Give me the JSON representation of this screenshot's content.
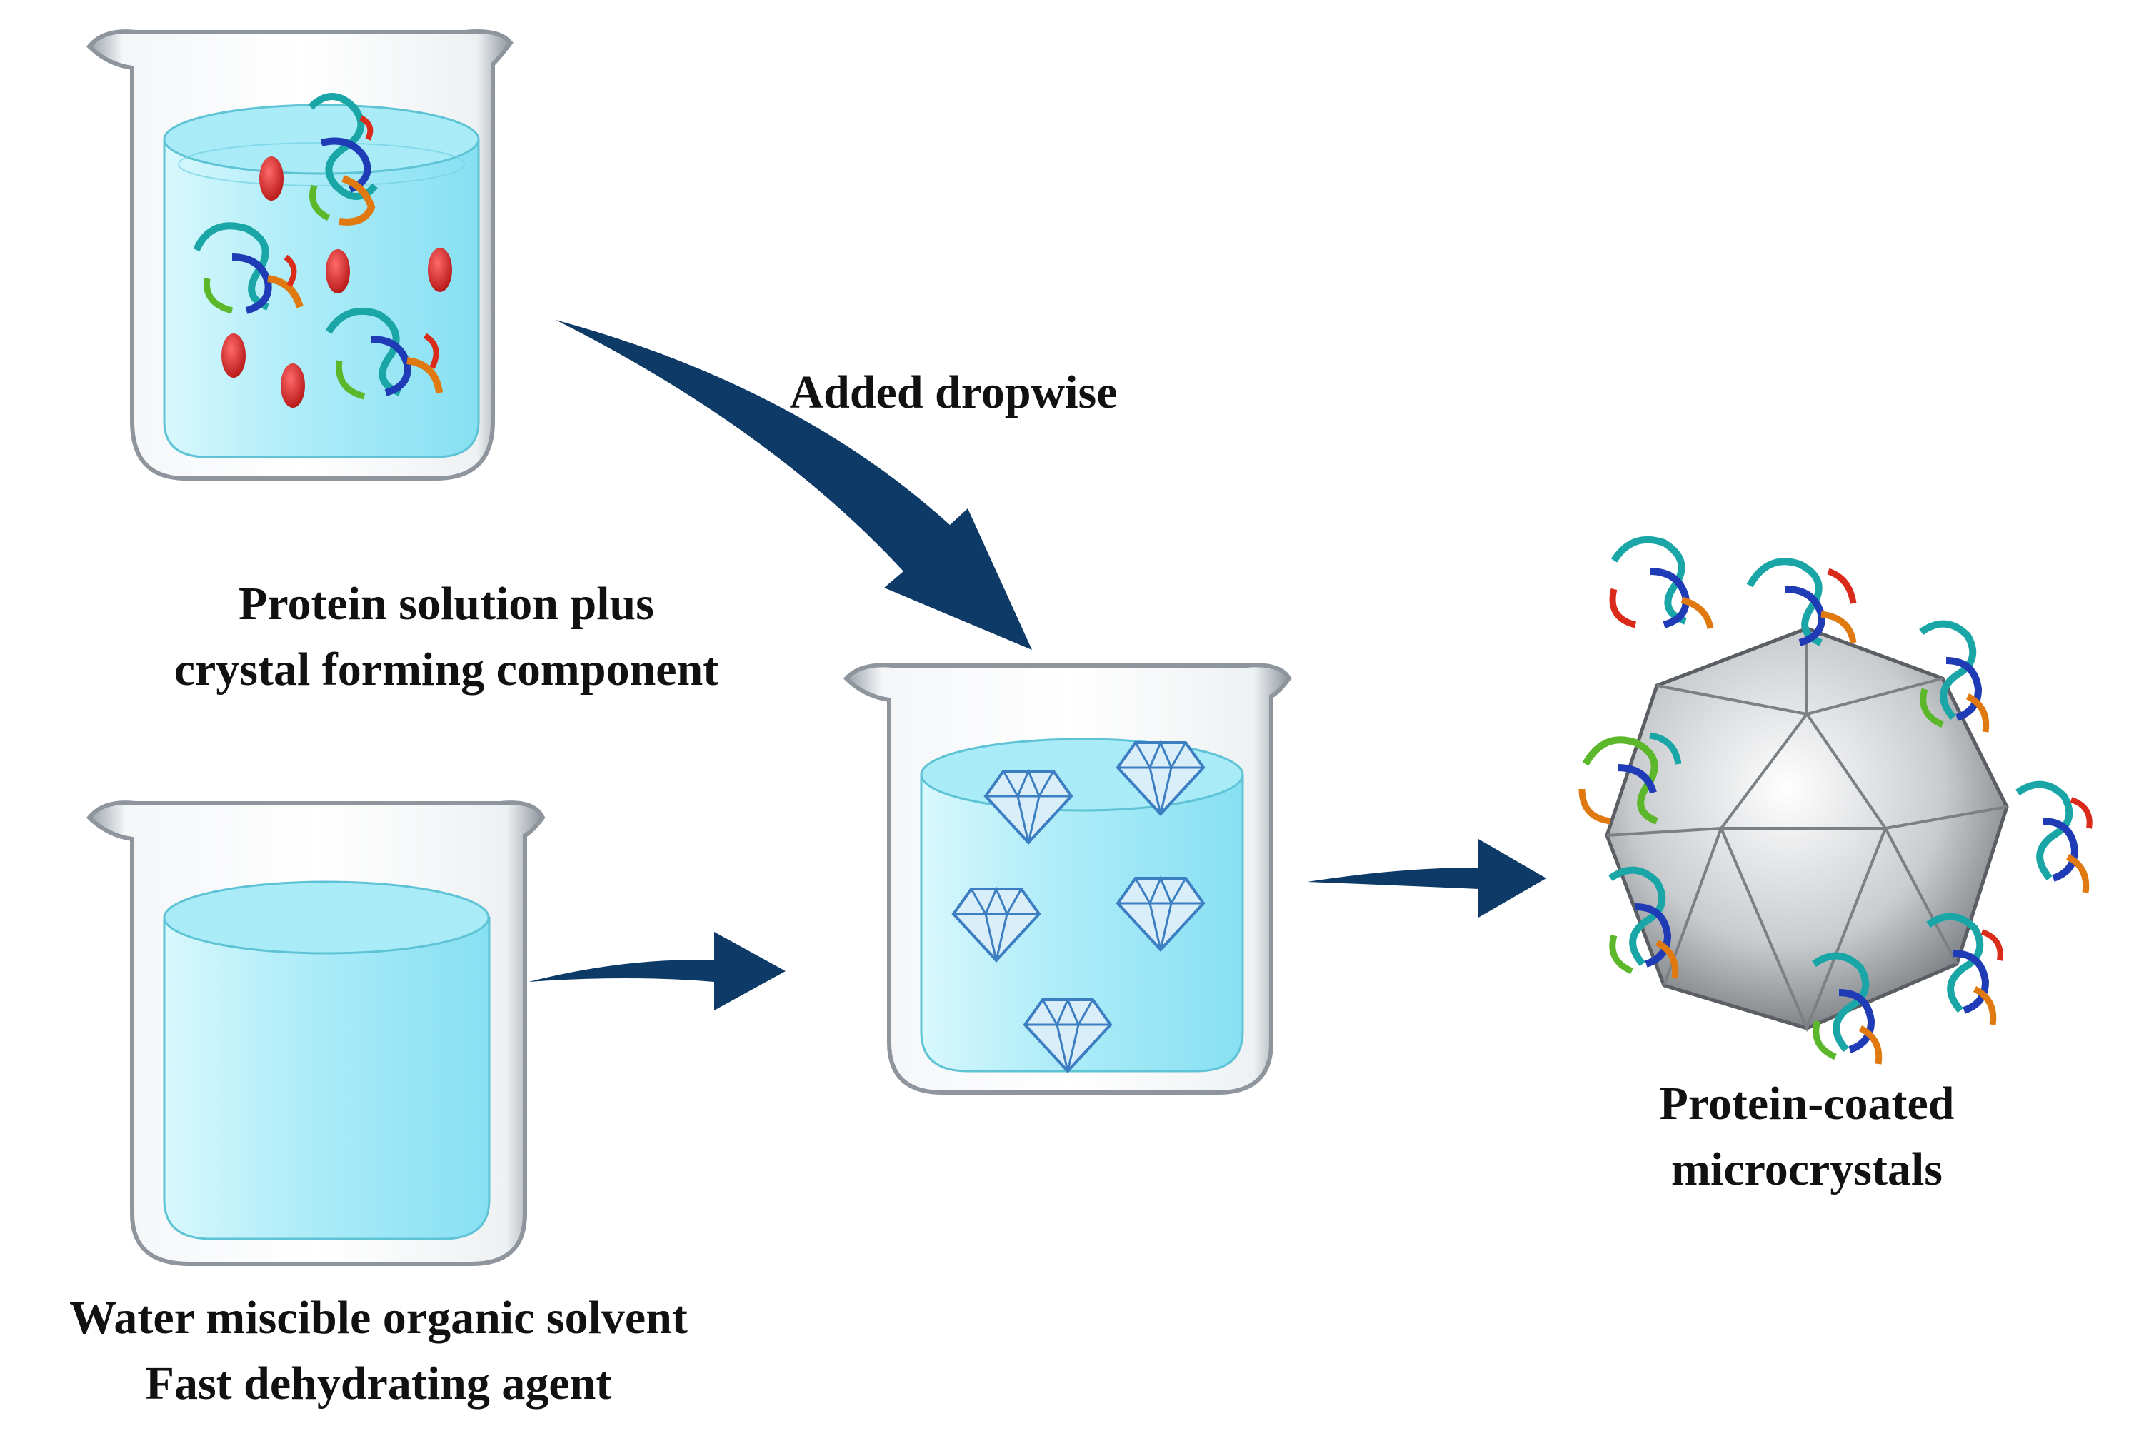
{
  "labels": {
    "added_dropwise": "Added dropwise",
    "beaker1_line1": "Protein solution plus",
    "beaker1_line2": "crystal forming component",
    "beaker2_line1": "Water miscible organic solvent",
    "beaker2_line2": "Fast dehydrating agent",
    "product_line1": "Protein-coated",
    "product_line2": "microcrystals"
  },
  "colors": {
    "arrow": "#0d3a66",
    "liquid": "#8fe4f4",
    "liquid_light": "#d9f8fd",
    "glass": "#b8bec4",
    "salt_particle": "#d42a2a",
    "label_text": "#111111"
  },
  "icons": {
    "beaker": "beaker-icon",
    "protein": "protein-ribbon-icon",
    "salt_particle": "salt-particle-icon",
    "microcrystal": "diamond-crystal-icon",
    "arrow": "curved-arrow-icon"
  }
}
